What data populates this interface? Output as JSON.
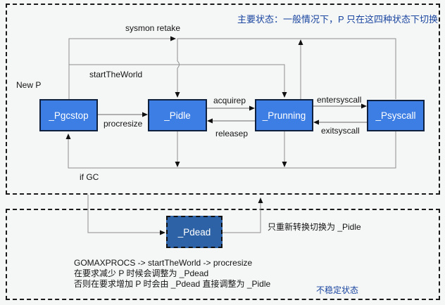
{
  "regions": {
    "main": {
      "note": "主要状态：一般情况下，P 只在这四种状态下切换"
    },
    "unstable": {
      "note": "不稳定状态"
    }
  },
  "states": [
    {
      "id": "pgcstop",
      "label": "_Pgcstop"
    },
    {
      "id": "pidle",
      "label": "_Pidle"
    },
    {
      "id": "prunning",
      "label": "_Prunning"
    },
    {
      "id": "psyscall",
      "label": "_Psyscall"
    },
    {
      "id": "pdead",
      "label": "_Pdead"
    }
  ],
  "labels": {
    "new_p": "New P",
    "sysmon_retake": "sysmon retake",
    "start_the_world": "startTheWorld",
    "procresize": "procresize",
    "acquirep": "acquirep",
    "releasep": "releasep",
    "entersyscall": "entersyscall",
    "exitsyscall": "exitsyscall",
    "if_gc": "if GC",
    "pdead_note": "只重新转换切换为 _Pidle"
  },
  "footnote": {
    "line1": "GOMAXPROCS -> startTheWorld -> procresize",
    "line2": "在要求减少 P 时候会调整为 _Pdead",
    "line3": "否则在要求增加 P 时会由 _Pdead 直接调整为 _Pidle"
  },
  "colors": {
    "bg": "#f5f6f6",
    "state_fill": "#3d7ee4",
    "state_border": "#10213f",
    "pdead_fill": "#2d63a6",
    "note_blue": "#1a46a0",
    "line_gray": "#8f8f8f"
  }
}
